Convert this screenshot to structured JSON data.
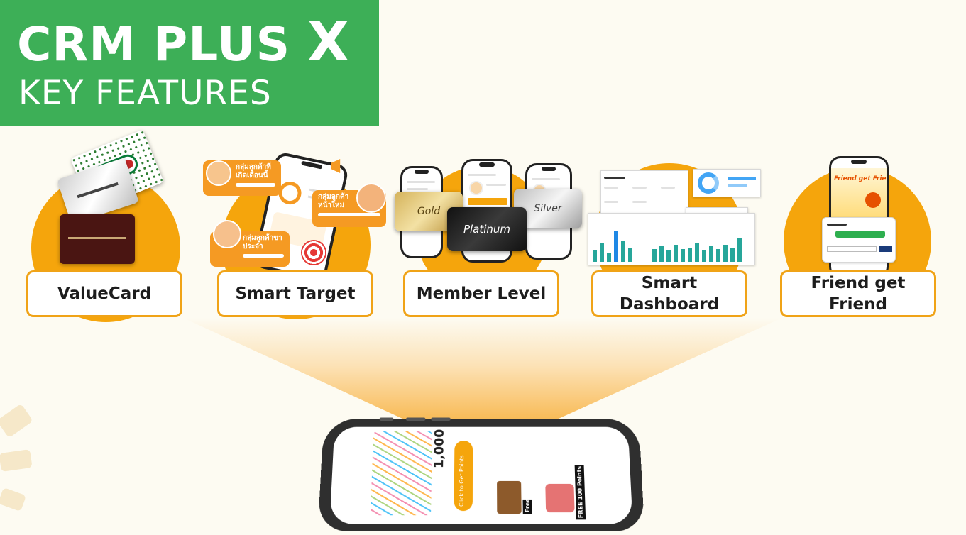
{
  "header": {
    "title_main": "CRM PLUS",
    "title_x": "X",
    "subtitle": "KEY FEATURES"
  },
  "features": [
    {
      "label": "ValueCard"
    },
    {
      "label": "Smart Target"
    },
    {
      "label": "Member Level"
    },
    {
      "label": "Smart Dashboard"
    },
    {
      "label": "Friend get Friend"
    }
  ],
  "smart_target": {
    "pill_1": "กลุ่มลูกค้าที่เกิดเดือนนี้",
    "pill_2": "กลุ่มลูกค้าหน้าใหม่",
    "pill_3": "กลุ่มลูกค้าขาประจำ"
  },
  "member_level": {
    "gold": "Gold",
    "platinum": "Platinum",
    "silver": "Silver"
  },
  "friend_get_friend": {
    "screen_title": "Friend get Friend"
  },
  "phone_screen": {
    "points": "1,000",
    "cta": "Click to Get Points",
    "promo_1": "Free Drink",
    "promo_2": "FREE 100 Points"
  },
  "colors": {
    "banner_green": "#3daf57",
    "accent_orange": "#f5a50c",
    "label_border": "#f0a317",
    "background": "#fdfbf2"
  }
}
